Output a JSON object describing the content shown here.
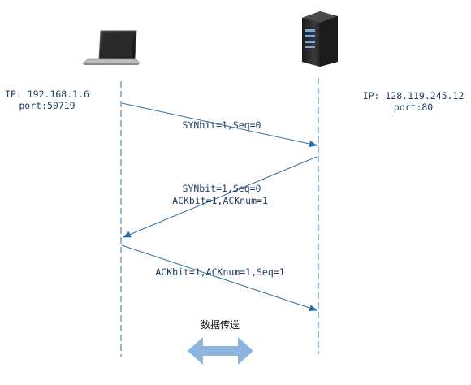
{
  "client": {
    "device_icon": "laptop-icon",
    "ip": "IP: 192.168.1.6",
    "port": "port:50719"
  },
  "server": {
    "device_icon": "server-icon",
    "ip": "IP: 128.119.245.12",
    "port": "port:80"
  },
  "messages": [
    {
      "lines": [
        "SYNbit=1,Seq=0"
      ]
    },
    {
      "lines": [
        "SYNbit=1,Seq=0",
        "ACKbit=1,ACKnum=1"
      ]
    },
    {
      "lines": [
        "ACKbit=1,ACKnum=1,Seq=1"
      ]
    }
  ],
  "data_transfer": {
    "label": "数据传送",
    "icon": "double-arrow-icon"
  },
  "colors": {
    "lifeline": "#2b6fa8",
    "arrow": "#2b6fa8",
    "transfer_arrow": "#8db6de",
    "text": "#1f3a5a"
  }
}
